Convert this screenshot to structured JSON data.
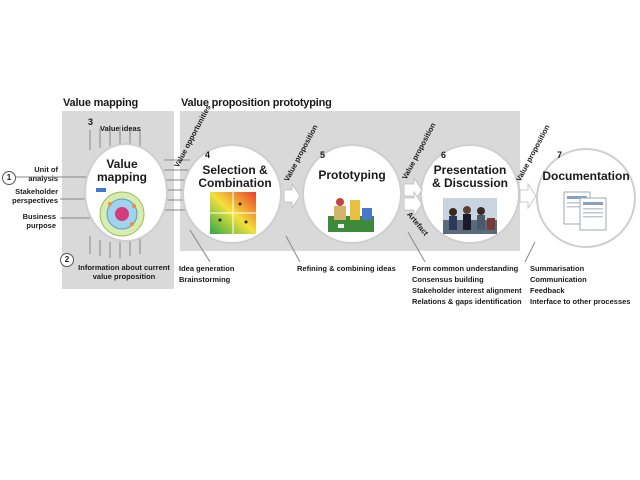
{
  "sections": {
    "value_mapping": "Value mapping",
    "prototyping": "Value proposition prototyping"
  },
  "inputs": {
    "n1": "1",
    "unit": "Unit of analysis",
    "stakeholder": "Stakeholder perspectives",
    "business": "Business purpose",
    "n2": "2",
    "info": "Information about current value proposition",
    "n3": "3",
    "ideas": "Value ideas"
  },
  "stages": [
    {
      "num": "",
      "title": "Value mapping"
    },
    {
      "num": "4",
      "title": "Selection & Combination"
    },
    {
      "num": "5",
      "title": "Prototyping"
    },
    {
      "num": "6",
      "title": "Presentation & Discussion"
    },
    {
      "num": "7",
      "title": "Documentation"
    }
  ],
  "flows": {
    "opportunities": "Value opportunities",
    "vp1": "Value proposition",
    "vp2": "Value proposition",
    "vp3": "Value proposition",
    "artefact": "Artefact"
  },
  "outputs": {
    "selection": [
      "Idea generation",
      "Brainstorming"
    ],
    "prototyping": [
      "Refining & combining ideas"
    ],
    "presentation": [
      "Form common understanding",
      "Consensus building",
      "Stakeholder interest alignment",
      "Relations & gaps identification"
    ],
    "documentation": [
      "Summarisation",
      "Communication",
      "Feedback",
      "Interface to other processes"
    ]
  }
}
